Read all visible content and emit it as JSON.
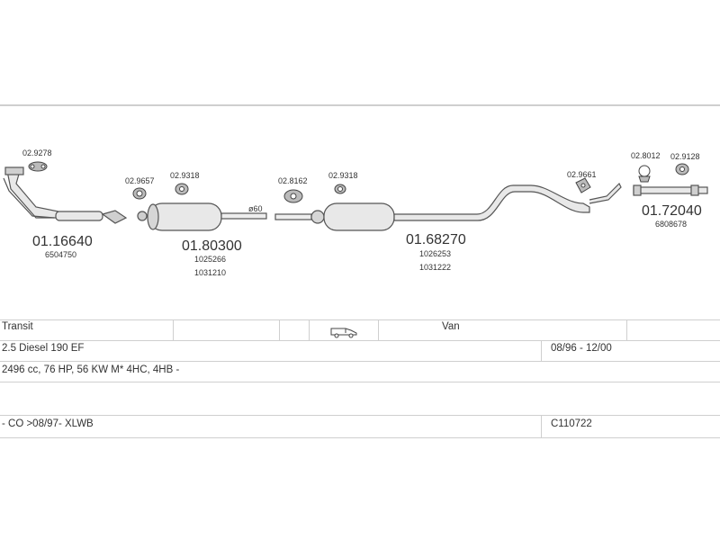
{
  "parts": {
    "p1": {
      "code": "01.16640",
      "oe": [
        "6504750"
      ]
    },
    "p2": {
      "code": "01.80300",
      "oe": [
        "1025266",
        "1031210"
      ]
    },
    "p3": {
      "code": "01.68270",
      "oe": [
        "1026253",
        "1031222"
      ]
    },
    "p4": {
      "code": "01.72040",
      "oe": [
        "6808678"
      ]
    }
  },
  "hardware": {
    "h1": "02.9278",
    "h2": "02.9657",
    "h3": "02.9318",
    "h4": "02.8162",
    "h5": "02.9318",
    "h6": "02.9661",
    "h7": "02.8012",
    "h8": "02.9128"
  },
  "pipe_note": "ø60",
  "vehicle": {
    "model": "Transit",
    "body_type": "Van",
    "engine": "2.5 Diesel 190 EF",
    "years": "08/96 - 12/00",
    "spec": "2496 cc, 76 HP, 56 KW M* 4HC, 4HB -",
    "notes": "- CO >08/97- XLWB",
    "catalog_code": "C110722"
  },
  "icons": {
    "vehicle_type": "van-icon"
  }
}
